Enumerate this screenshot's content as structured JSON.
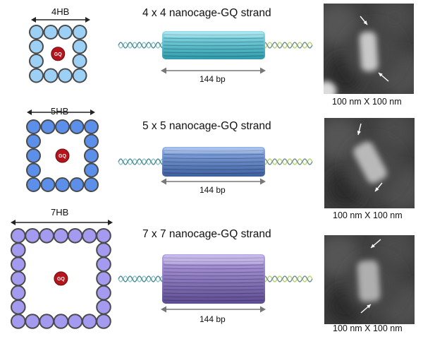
{
  "panels": [
    {
      "hb_label": "4HB",
      "grid": 4,
      "core_label": "GQ",
      "strand_title": "4 x 4 nanocage-GQ strand",
      "length_label": "144 bp",
      "afm_caption": "100 nm X 100 nm",
      "colors": {
        "fill": "#9cd0f5",
        "outline": "#4a4a4a",
        "bundle_light": "#8fe0ec",
        "bundle_dark": "#2e9aab"
      }
    },
    {
      "hb_label": "5HB",
      "grid": 5,
      "core_label": "GQ",
      "strand_title": "5 x 5 nanocage-GQ strand",
      "length_label": "144 bp",
      "afm_caption": "100 nm X 100 nm",
      "colors": {
        "fill": "#5b8fea",
        "outline": "#4a4a4a",
        "bundle_light": "#8fb0ea",
        "bundle_dark": "#3d5f9e"
      }
    },
    {
      "hb_label": "7HB",
      "grid": 7,
      "core_label": "GQ",
      "strand_title": "7 x 7 nanocage-GQ strand",
      "length_label": "144 bp",
      "afm_caption": "100 nm X 100 nm",
      "colors": {
        "fill": "#a49bf0",
        "outline": "#4a4a4a",
        "bundle_light": "#b7a4e8",
        "bundle_dark": "#5e4c92"
      }
    }
  ],
  "core_color": "#b4141c"
}
